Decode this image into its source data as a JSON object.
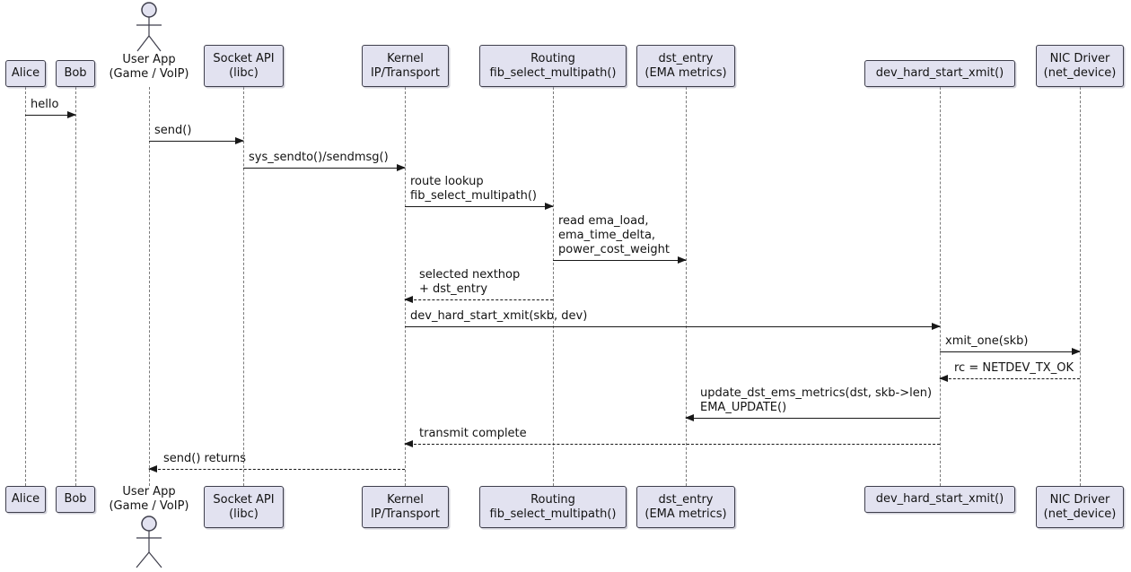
{
  "participants": [
    {
      "id": "alice",
      "kind": "participant",
      "lines": [
        "Alice"
      ]
    },
    {
      "id": "bob",
      "kind": "participant",
      "lines": [
        "Bob"
      ]
    },
    {
      "id": "userapp",
      "kind": "actor",
      "lines": [
        "User App",
        "(Game / VoIP)"
      ]
    },
    {
      "id": "socket",
      "kind": "participant",
      "lines": [
        "Socket API",
        "(libc)"
      ]
    },
    {
      "id": "kernel",
      "kind": "participant",
      "lines": [
        "Kernel",
        "IP/Transport"
      ]
    },
    {
      "id": "routing",
      "kind": "participant",
      "lines": [
        "Routing",
        "fib_select_multipath()"
      ]
    },
    {
      "id": "dst",
      "kind": "participant",
      "lines": [
        "dst_entry",
        "(EMA metrics)"
      ]
    },
    {
      "id": "devxmit",
      "kind": "participant",
      "lines": [
        "dev_hard_start_xmit()"
      ]
    },
    {
      "id": "nic",
      "kind": "participant",
      "lines": [
        "NIC Driver",
        "(net_device)"
      ]
    }
  ],
  "messages": [
    {
      "from": "alice",
      "to": "bob",
      "style": "solid",
      "lines": [
        "hello"
      ]
    },
    {
      "from": "userapp",
      "to": "socket",
      "style": "solid",
      "lines": [
        "send()"
      ]
    },
    {
      "from": "socket",
      "to": "kernel",
      "style": "solid",
      "lines": [
        "sys_sendto()/sendmsg()"
      ]
    },
    {
      "from": "kernel",
      "to": "routing",
      "style": "solid",
      "lines": [
        "route lookup",
        "fib_select_multipath()"
      ]
    },
    {
      "from": "routing",
      "to": "dst",
      "style": "solid",
      "lines": [
        "read ema_load,",
        "ema_time_delta,",
        "power_cost_weight"
      ]
    },
    {
      "from": "routing",
      "to": "kernel",
      "style": "dashed",
      "lines": [
        "selected nexthop",
        "+ dst_entry"
      ]
    },
    {
      "from": "kernel",
      "to": "devxmit",
      "style": "solid",
      "lines": [
        "dev_hard_start_xmit(skb, dev)"
      ]
    },
    {
      "from": "devxmit",
      "to": "nic",
      "style": "solid",
      "lines": [
        "xmit_one(skb)"
      ]
    },
    {
      "from": "nic",
      "to": "devxmit",
      "style": "dashed",
      "lines": [
        "rc = NETDEV_TX_OK"
      ]
    },
    {
      "from": "devxmit",
      "to": "dst",
      "style": "solid",
      "lines": [
        "update_dst_ems_metrics(dst, skb->len)",
        "EMA_UPDATE()"
      ]
    },
    {
      "from": "devxmit",
      "to": "kernel",
      "style": "dashed",
      "lines": [
        "transmit complete"
      ]
    },
    {
      "from": "kernel",
      "to": "userapp",
      "style": "dashed",
      "lines": [
        "send() returns"
      ]
    }
  ],
  "colors": {
    "participant_fill": "#E2E2F0",
    "participant_border": "#3F3F4C",
    "message_line": "#181818",
    "lifeline": "#7A7A7A",
    "background": "#FFFFFF"
  }
}
